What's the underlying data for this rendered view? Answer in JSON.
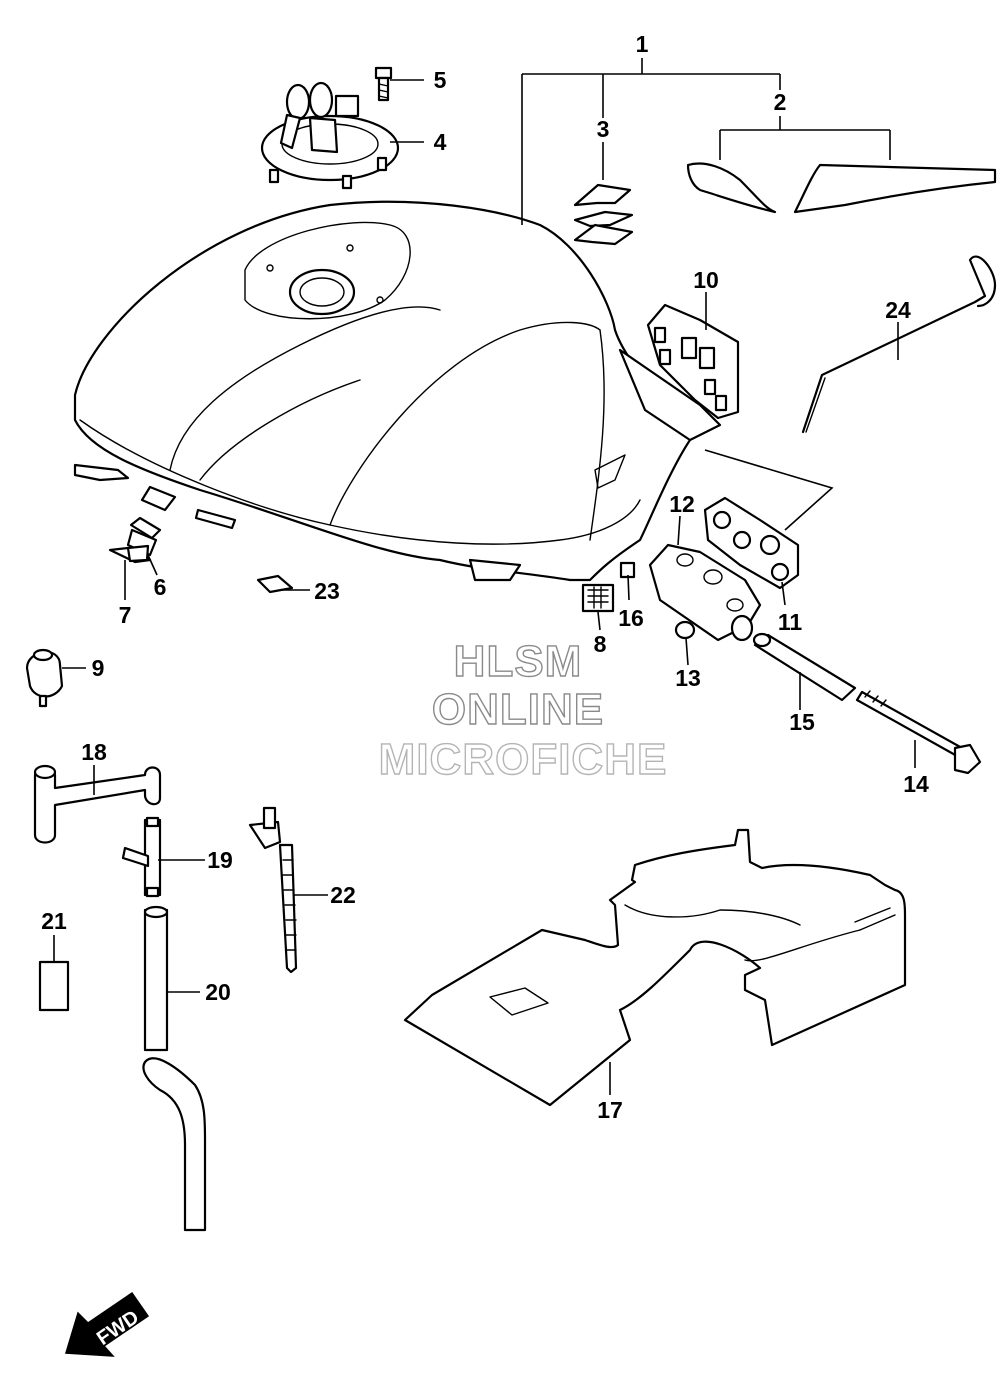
{
  "watermark": {
    "line1": "HLSM",
    "line2": "ONLINE",
    "line3": "MICROFICHE"
  },
  "direction_indicator": {
    "label": "FWD"
  },
  "callouts": [
    {
      "number": "1"
    },
    {
      "number": "2"
    },
    {
      "number": "3"
    },
    {
      "number": "4"
    },
    {
      "number": "5"
    },
    {
      "number": "6"
    },
    {
      "number": "7"
    },
    {
      "number": "8"
    },
    {
      "number": "9"
    },
    {
      "number": "10"
    },
    {
      "number": "11"
    },
    {
      "number": "12"
    },
    {
      "number": "13"
    },
    {
      "number": "14"
    },
    {
      "number": "15"
    },
    {
      "number": "16"
    },
    {
      "number": "17"
    },
    {
      "number": "18"
    },
    {
      "number": "19"
    },
    {
      "number": "20"
    },
    {
      "number": "21"
    },
    {
      "number": "22"
    },
    {
      "number": "23"
    },
    {
      "number": "24"
    }
  ]
}
